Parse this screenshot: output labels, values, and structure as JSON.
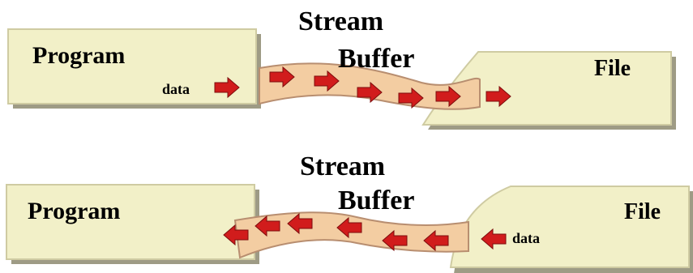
{
  "colors": {
    "box_fill": "#f2f0c8",
    "box_stroke": "#cfcba2",
    "box_shadow": "#9e9b85",
    "buffer_fill": "#f3cda2",
    "buffer_stroke": "#b88e70",
    "arrow_fill": "#d11c1c",
    "arrow_dark": "#7d0d0d",
    "text": "#000000"
  },
  "panels": [
    {
      "direction": "program-to-file",
      "program_label": "Program",
      "file_label": "File",
      "data_label": "data",
      "buffer_title_line1": "Stream",
      "buffer_title_line2": "Buffer"
    },
    {
      "direction": "file-to-program",
      "program_label": "Program",
      "file_label": "File",
      "data_label": "data",
      "buffer_title_line1": "Stream",
      "buffer_title_line2": "Buffer"
    }
  ]
}
